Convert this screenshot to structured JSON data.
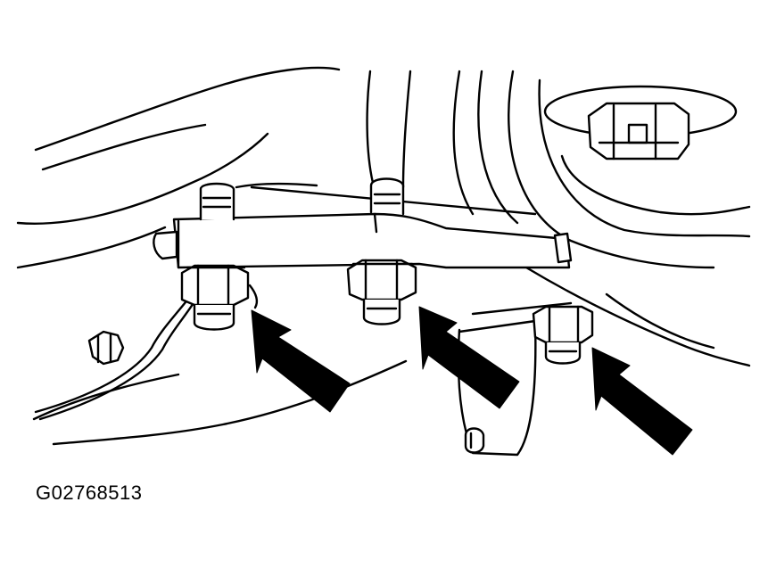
{
  "figure": {
    "id_label": "G02768513"
  },
  "colors": {
    "ink": "#000000",
    "paper": "#ffffff"
  },
  "callouts": {
    "arrow_count": 3,
    "arrow_icon": "arrow-pointing-to-bolt"
  }
}
